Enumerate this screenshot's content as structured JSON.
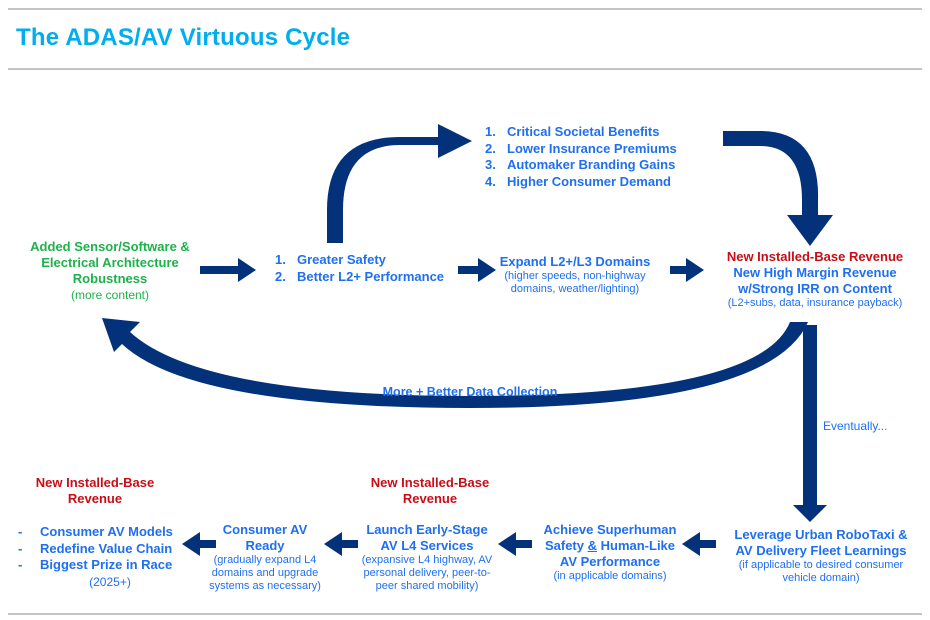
{
  "title": "The ADAS/AV Virtuous Cycle",
  "colors": {
    "title": "#00adef",
    "arrow": "#03317a",
    "text_blue": "#1f6ff0",
    "text_green": "#1db24a",
    "text_red": "#c80d17",
    "rule": "#c4c4c4"
  },
  "nodes": {
    "added_sensor": {
      "line1": "Added Sensor/Software &",
      "line2": "Electrical Architecture",
      "line3": "Robustness",
      "sub": "(more content)"
    },
    "safety_list": {
      "items": [
        {
          "num": "1.",
          "text": "Greater Safety"
        },
        {
          "num": "2.",
          "text": "Better L2+ Performance"
        }
      ]
    },
    "benefits_list": {
      "items": [
        {
          "num": "1.",
          "text": "Critical Societal Benefits"
        },
        {
          "num": "2.",
          "text": "Lower Insurance Premiums"
        },
        {
          "num": "3.",
          "text": "Automaker Branding Gains"
        },
        {
          "num": "4.",
          "text": "Higher Consumer Demand"
        }
      ]
    },
    "expand_domains": {
      "title": "Expand L2+/L3 Domains",
      "sub1": "(higher speeds, non-highway",
      "sub2": "domains, weather/lighting)"
    },
    "revenue_top": {
      "red": "New Installed-Base Revenue",
      "line1": "New High Margin Revenue",
      "line2": "w/Strong IRR on Content",
      "sub": "(L2+subs, data, insurance payback)"
    },
    "data_collection": "More + Better Data Collection",
    "eventually": "Eventually...",
    "leverage": {
      "line1": "Leverage Urban RoboTaxi  &",
      "line2": "AV Delivery Fleet Learnings",
      "sub1": "(if applicable to desired consumer",
      "sub2": "vehicle domain)"
    },
    "superhuman": {
      "line1": "Achieve Superhuman",
      "line2a": "Safety ",
      "line2b": "&",
      "line2c": " Human-Like",
      "line3": "AV Performance",
      "sub": "(in applicable domains)"
    },
    "launch_l4": {
      "red1": "New Installed-Base",
      "red2": "Revenue",
      "line1": "Launch Early-Stage",
      "line2": "AV L4 Services",
      "sub1": "(expansive L4 highway, AV",
      "sub2": "personal delivery, peer-to-",
      "sub3": "peer shared mobility)"
    },
    "consumer_ready": {
      "line1": "Consumer AV",
      "line2": "Ready",
      "sub1": "(gradually expand L4",
      "sub2": "domains and upgrade",
      "sub3": "systems as necessary)"
    },
    "final": {
      "red1": "New Installed-Base",
      "red2": "Revenue",
      "items": [
        {
          "bullet": "-",
          "text": "Consumer AV Models"
        },
        {
          "bullet": "-",
          "text": "Redefine Value Chain"
        },
        {
          "bullet": "-",
          "text": "Biggest Prize in Race"
        }
      ],
      "year": "(2025+)"
    }
  }
}
